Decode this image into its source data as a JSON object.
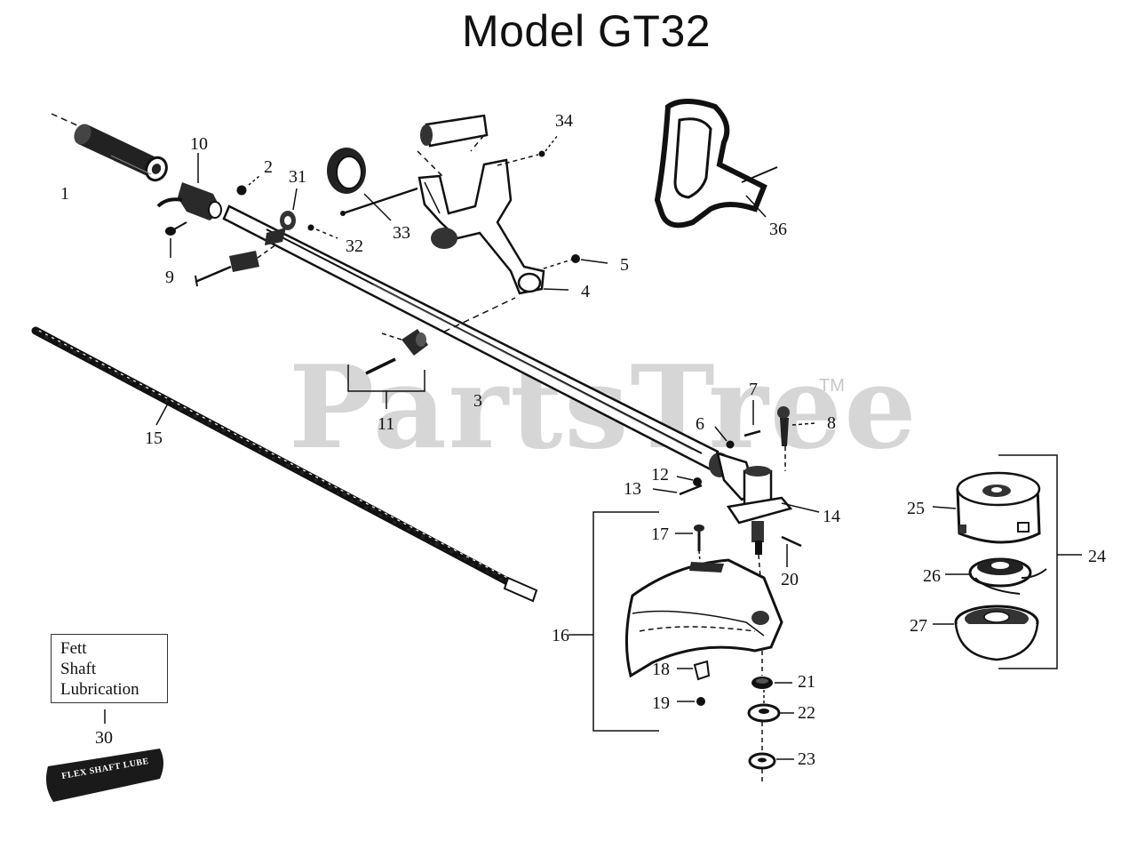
{
  "title": "Model GT32",
  "watermark": {
    "text": "PartsTree",
    "tm": "TM"
  },
  "callouts": [
    "1",
    "2",
    "3",
    "4",
    "5",
    "6",
    "7",
    "8",
    "9",
    "10",
    "11",
    "12",
    "13",
    "14",
    "15",
    "16",
    "17",
    "18",
    "19",
    "20",
    "21",
    "22",
    "23",
    "24",
    "25",
    "26",
    "27",
    "30",
    "31",
    "32",
    "33",
    "34",
    "36"
  ],
  "lube_box": {
    "line1": "Fett",
    "line2": "Shaft",
    "line3": "Lubrication"
  },
  "tube_label": "FLEX SHAFT LUBE"
}
